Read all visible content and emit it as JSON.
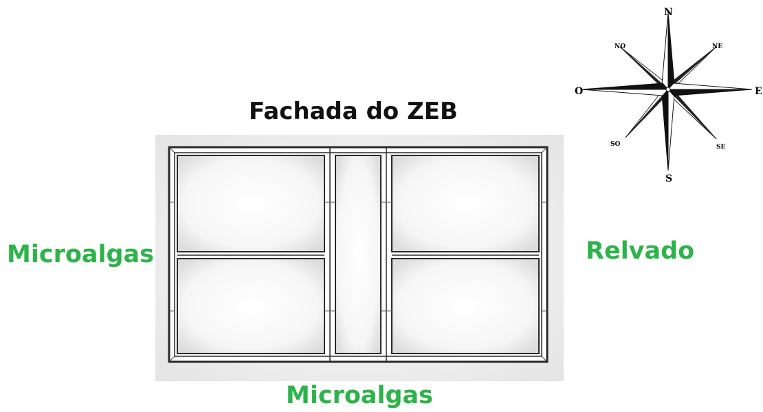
{
  "title": "Fachada do ZEB",
  "sides": {
    "west": "Microalgas",
    "east": "Relvado",
    "south": "Microalgas"
  },
  "compass": {
    "cardinal": {
      "north": "N",
      "south": "S",
      "east": "E",
      "west": "O"
    },
    "intercardinal": {
      "northwest": "NO",
      "northeast": "NE",
      "southwest": "SO",
      "southeast": "SE"
    }
  },
  "colors": {
    "accent": "#2db34a",
    "title": "#111111",
    "lines": "#333333"
  }
}
